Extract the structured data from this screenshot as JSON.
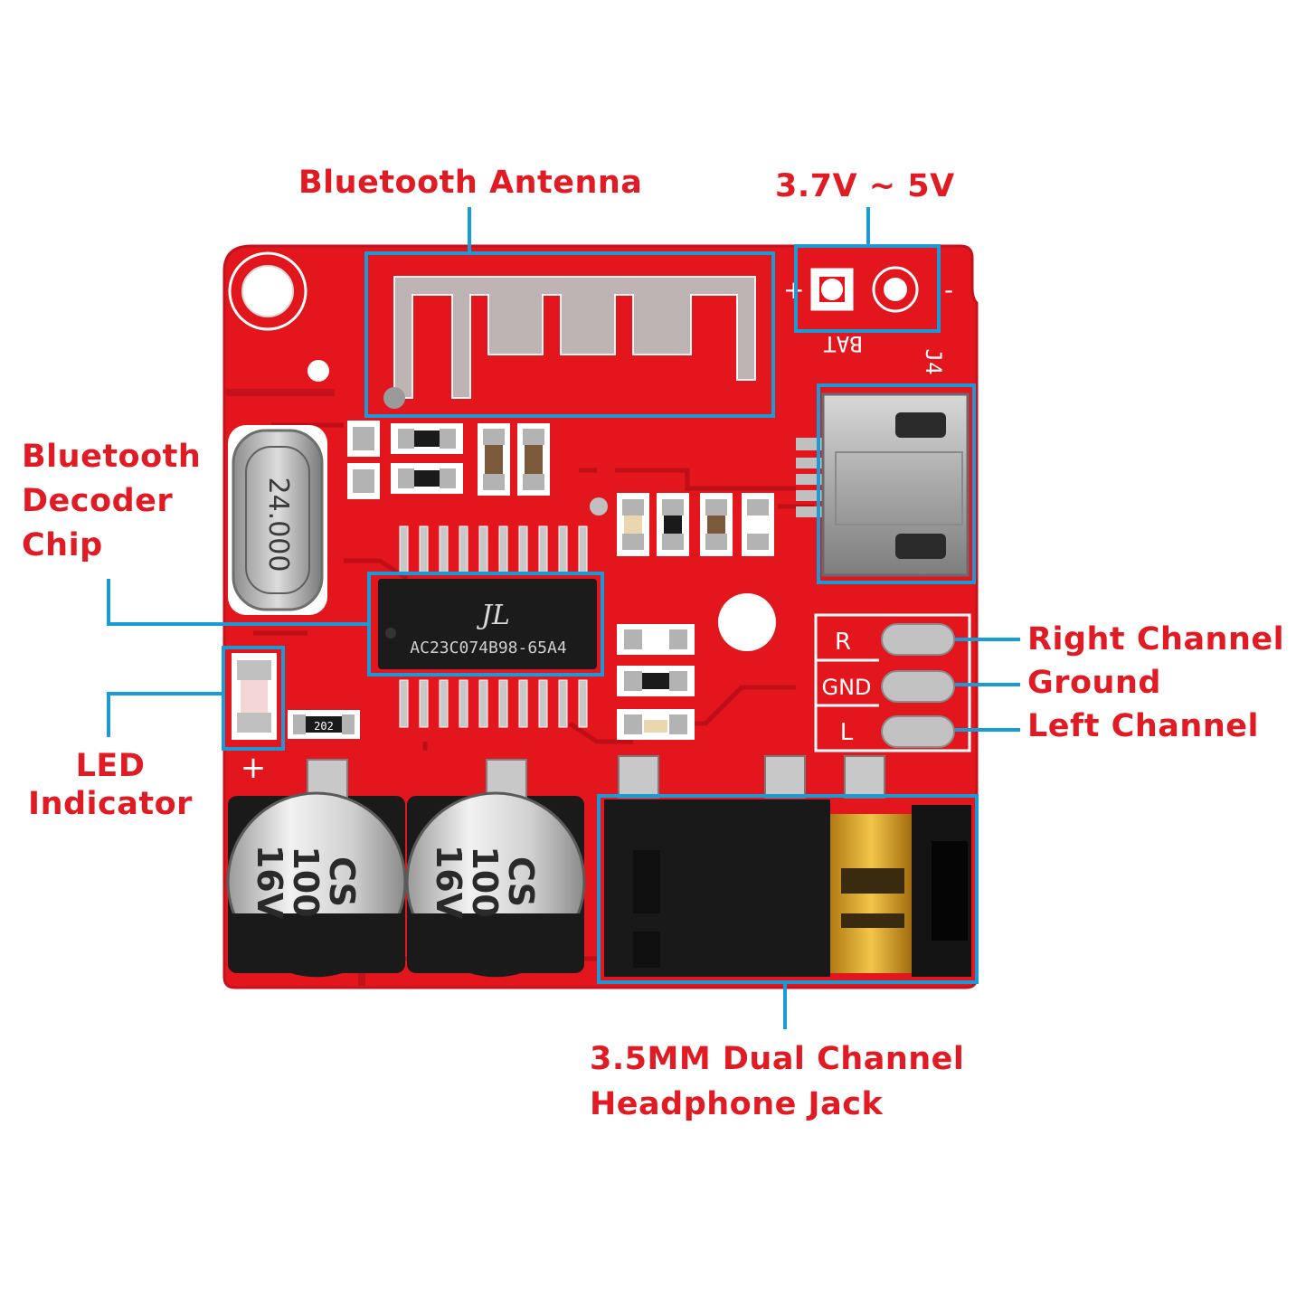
{
  "colors": {
    "label": "#e01b24",
    "callout": "#1a9ad6",
    "board": "#e3161d",
    "board_dark": "#b90d14",
    "silkscreen": "#ffffff",
    "pad": "#c8c8c8",
    "chip": "#1b1b1b"
  },
  "labels": {
    "antenna": "Bluetooth Antenna",
    "voltage": "3.7V ~ 5V",
    "decoder": [
      "Bluetooth",
      "Decoder",
      "Chip"
    ],
    "led": [
      "LED",
      "Indicator"
    ],
    "right": "Right Channel",
    "ground": "Ground",
    "left": "Left Channel",
    "jack": [
      "3.5MM Dual Channel",
      "Headphone Jack"
    ]
  },
  "board_marks": {
    "bat": "BAT",
    "j4": "J4",
    "plus": "+",
    "minus": "-",
    "r": "R",
    "gnd": "GND",
    "l": "L",
    "crystal": "24.000",
    "chip_logo": "JL",
    "chip_part": "AC23C074B98-65A4",
    "resistor": "202",
    "cap_text": [
      "CS",
      "100",
      "16V"
    ]
  },
  "icons": {
    "antenna": "pcb-trace-antenna-icon",
    "usb": "micro-usb-port-icon",
    "jack": "audio-jack-icon",
    "crystal": "crystal-oscillator-icon",
    "capacitor": "electrolytic-capacitor-icon",
    "led": "smd-led-icon"
  }
}
